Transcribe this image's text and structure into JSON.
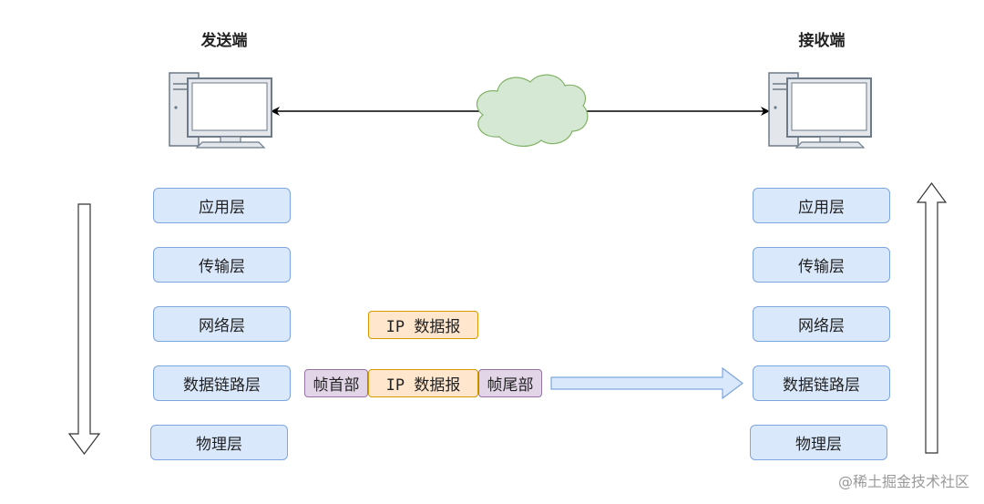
{
  "sender": {
    "title": "发送端",
    "layers": [
      "应用层",
      "传输层",
      "网络层",
      "数据链路层",
      "物理层"
    ]
  },
  "receiver": {
    "title": "接收端",
    "layers": [
      "应用层",
      "传输层",
      "网络层",
      "数据链路层",
      "物理层"
    ]
  },
  "network": {
    "icon": "cloud-icon"
  },
  "packets": {
    "network_layer_ip": "IP 数据报",
    "frame_header": "帧首部",
    "frame_ip": "IP 数据报",
    "frame_trailer": "帧尾部"
  },
  "colors": {
    "layer_fill": "#dae8fc",
    "layer_stroke": "#7ea6e0",
    "ip_fill": "#ffe6cc",
    "ip_stroke": "#d79b00",
    "frame_fill": "#e1d5e7",
    "frame_stroke": "#9673a6",
    "cloud_fill": "#d5e8d4",
    "cloud_stroke": "#82b366"
  },
  "watermark": "@稀土掘金技术社区"
}
